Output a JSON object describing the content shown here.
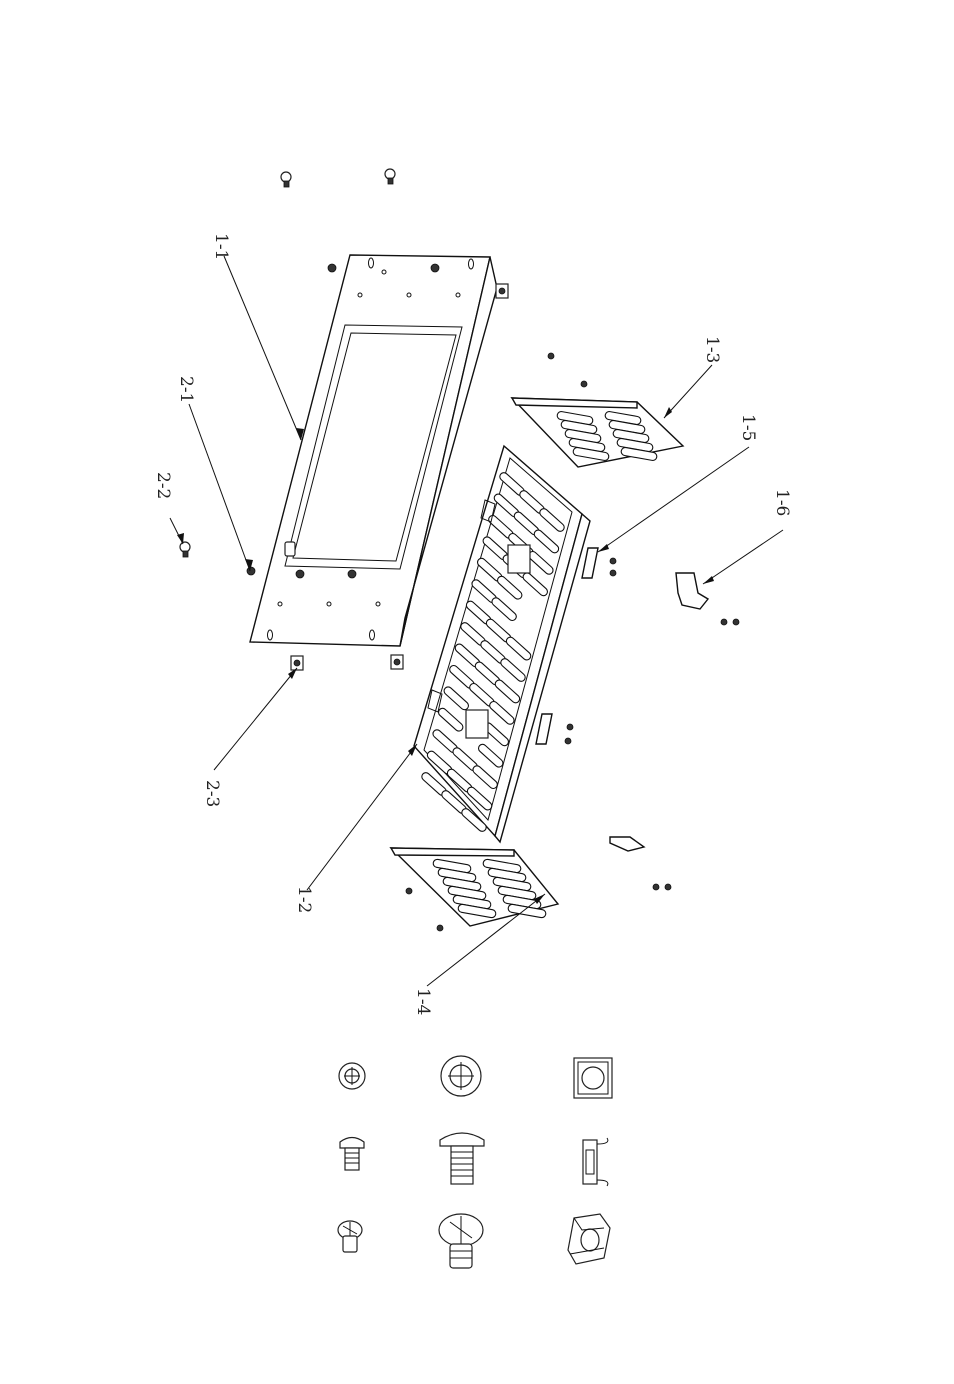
{
  "labels": {
    "l11": "1-1",
    "l12": "1-2",
    "l13": "1-3",
    "l14": "1-4",
    "l15": "1-5",
    "l16": "1-6",
    "l21": "2-1",
    "l22": "2-2",
    "l23": "2-3"
  }
}
